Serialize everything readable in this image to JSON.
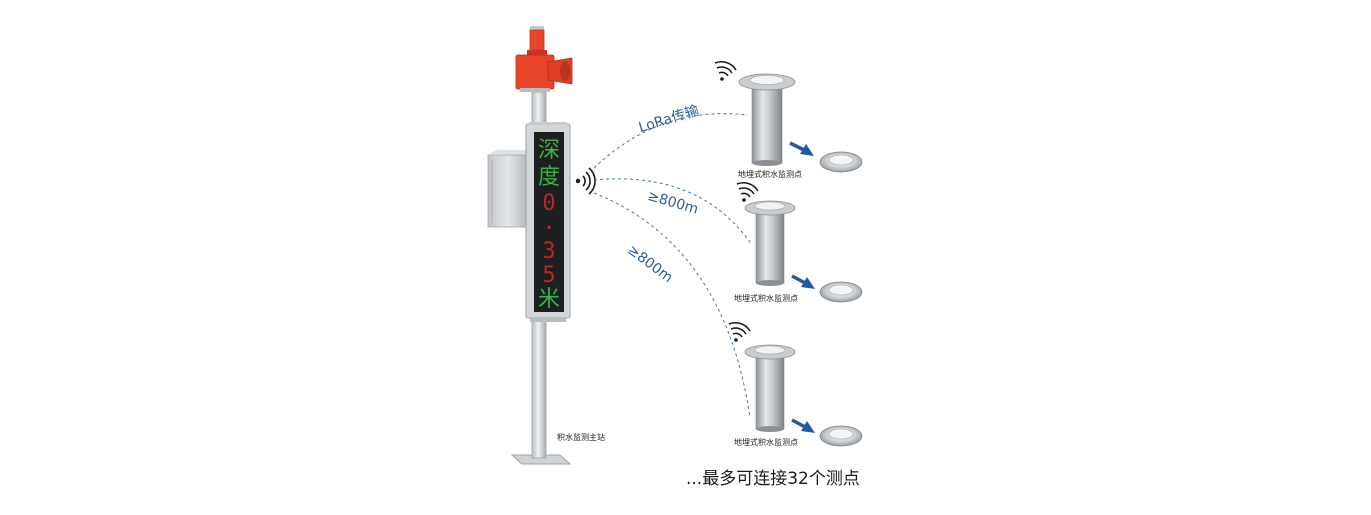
{
  "display": {
    "row1": "深",
    "row2": "度",
    "row3": "0",
    "row4": "·",
    "row5": "3",
    "row6": "5",
    "row7": "米"
  },
  "station": {
    "label": "积水监测主站"
  },
  "links": {
    "lora": "LoRa传输",
    "range1": "≥800m",
    "range2": "≥800m"
  },
  "points": [
    {
      "label": "地埋式积水监测点"
    },
    {
      "label": "地埋式积水监测点"
    },
    {
      "label": "地埋式积水监测点"
    }
  ],
  "footer": {
    "text": "...最多可连接32个测点"
  },
  "colors": {
    "alarm_red": "#e8452a",
    "led_green": "#3ec24a",
    "led_red": "#d62a2a",
    "link_blue": "#2d5f93",
    "arrow_blue": "#1f5aa6",
    "pole_gray": "#d7dadd"
  }
}
